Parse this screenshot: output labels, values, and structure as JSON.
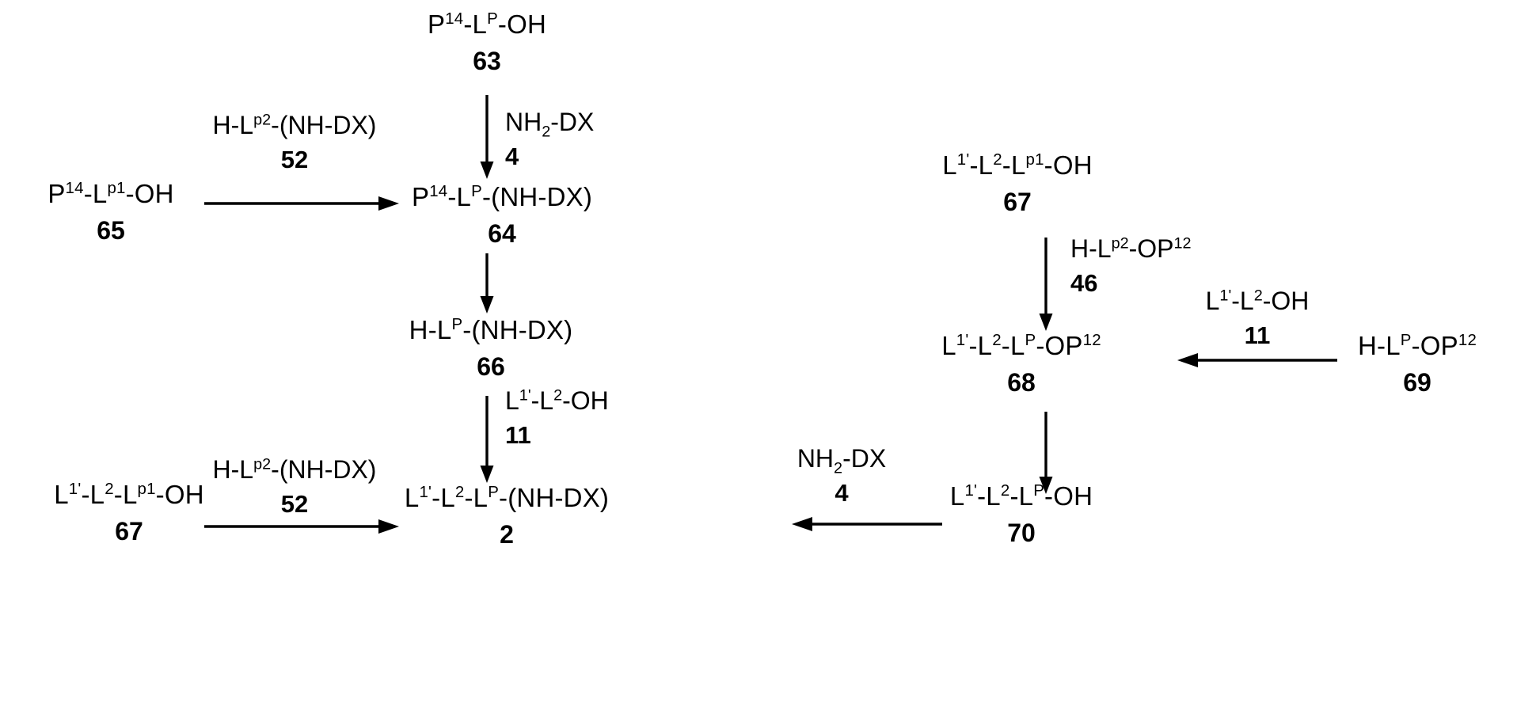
{
  "diagram": {
    "title": "Chemical synthesis reaction scheme",
    "ink_color": "#000000",
    "background_color": "#ffffff"
  },
  "compounds": {
    "c63": {
      "formula_html": "P<sup>14</sup>-L<sup>P</sup>-OH",
      "number": "63"
    },
    "c65": {
      "formula_html": "P<sup>14</sup>-L<sup>p1</sup>-OH",
      "number": "65"
    },
    "c64": {
      "formula_html": "P<sup>14</sup>-L<sup>P</sup>-(NH-DX)",
      "number": "64"
    },
    "c66": {
      "formula_html": "H-L<sup>P</sup>-(NH-DX)",
      "number": "66"
    },
    "c2": {
      "formula_html": "L<sup>1'</sup>-L<sup>2</sup>-L<sup>P</sup>-(NH-DX)",
      "number": "2"
    },
    "c67_bottom": {
      "formula_html": "L<sup>1'</sup>-L<sup>2</sup>-L<sup>p1</sup>-OH",
      "number": "67"
    },
    "c67_right": {
      "formula_html": "L<sup>1'</sup>-L<sup>2</sup>-L<sup>p1</sup>-OH",
      "number": "67"
    },
    "c68": {
      "formula_html": "L<sup>1'</sup>-L<sup>2</sup>-L<sup>P</sup>-OP<sup>12</sup>",
      "number": "68"
    },
    "c69": {
      "formula_html": "H-L<sup>P</sup>-OP<sup>12</sup>",
      "number": "69"
    },
    "c70": {
      "formula_html": "L<sup>1'</sup>-L<sup>2</sup>-L<sup>P</sup>-OH",
      "number": "70"
    }
  },
  "reagents": {
    "r52_top": {
      "formula_html": "H-L<sup>p2</sup>-(NH-DX)",
      "number": "52"
    },
    "r4_top": {
      "formula_html": "NH<sub>2</sub>-DX",
      "number": "4"
    },
    "r11_center": {
      "formula_html": "L<sup>1'</sup>-L<sup>2</sup>-OH",
      "number": "11"
    },
    "r52_bottom": {
      "formula_html": "H-L<sup>p2</sup>-(NH-DX)",
      "number": "52"
    },
    "r46_right": {
      "formula_html": "H-L<sup>p2</sup>-OP<sup>12</sup>",
      "number": "46"
    },
    "r11_right": {
      "formula_html": "L<sup>1'</sup>-L<sup>2</sup>-OH",
      "number": "11"
    },
    "r4_bottom": {
      "formula_html": "NH<sub>2</sub>-DX",
      "number": "4"
    }
  },
  "arrows": [
    {
      "name": "arrow-65-to-64",
      "direction": "right"
    },
    {
      "name": "arrow-63-to-64",
      "direction": "down"
    },
    {
      "name": "arrow-64-to-66",
      "direction": "down"
    },
    {
      "name": "arrow-66-to-2",
      "direction": "down"
    },
    {
      "name": "arrow-67-to-2",
      "direction": "right"
    },
    {
      "name": "arrow-67-to-68",
      "direction": "down"
    },
    {
      "name": "arrow-69-to-68",
      "direction": "left"
    },
    {
      "name": "arrow-68-to-70",
      "direction": "down"
    },
    {
      "name": "arrow-70-to-2",
      "direction": "left"
    }
  ]
}
